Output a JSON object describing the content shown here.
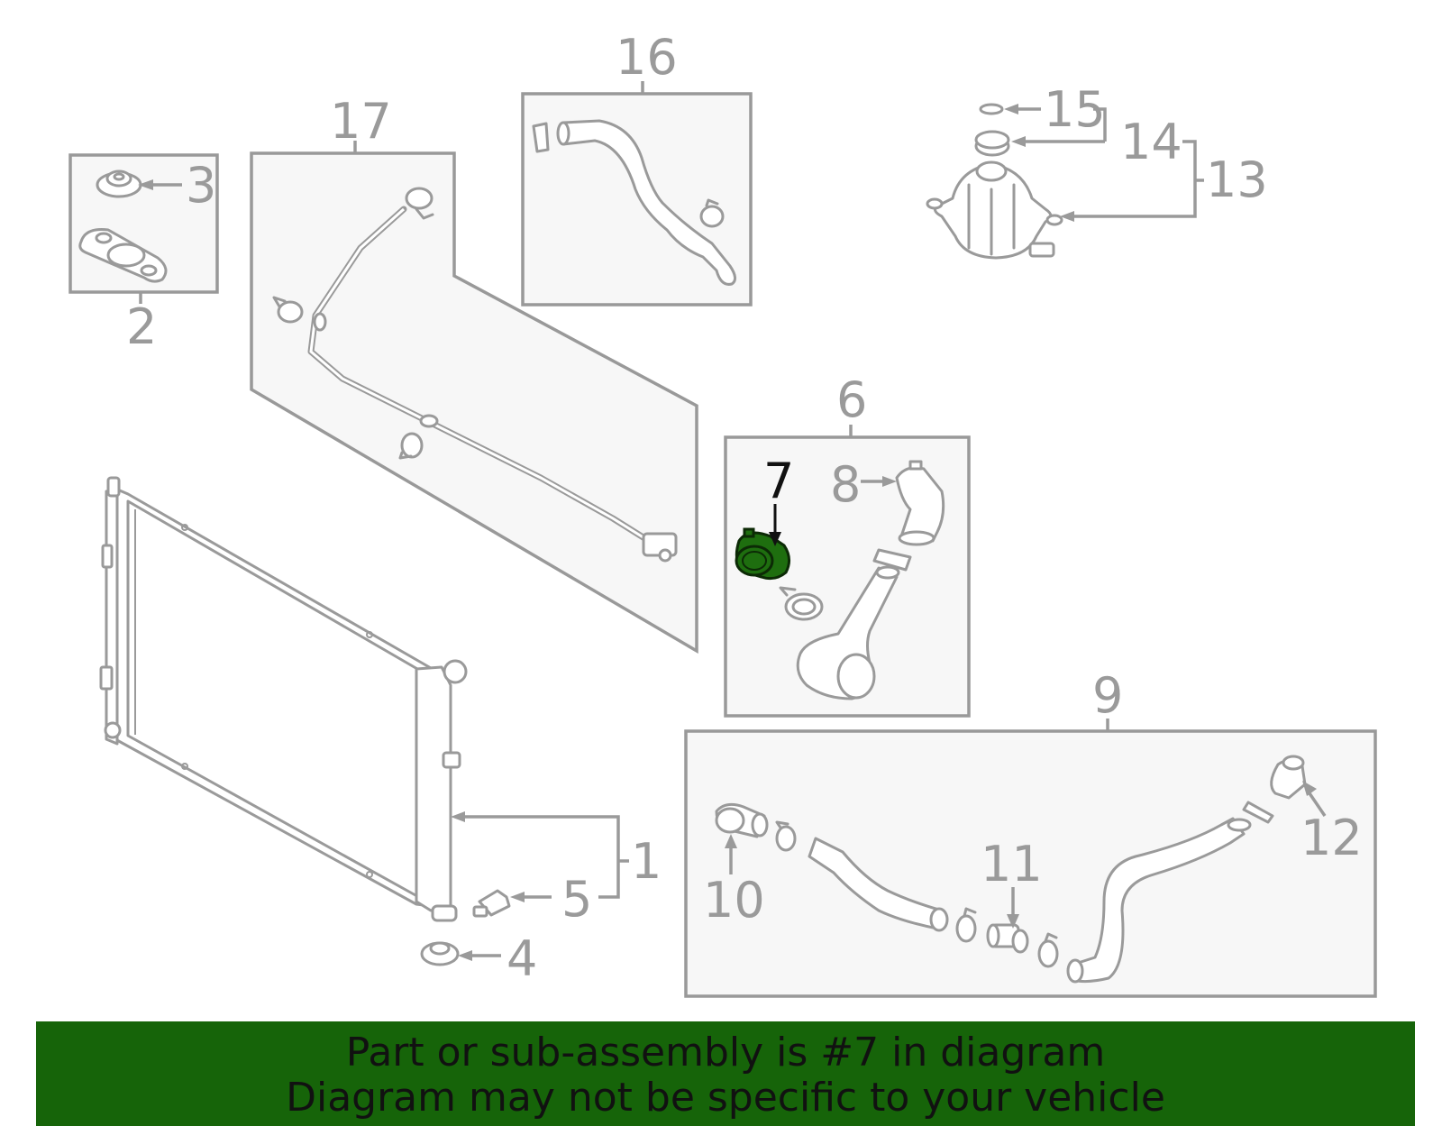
{
  "callouts": {
    "c1": "1",
    "c2": "2",
    "c3": "3",
    "c4": "4",
    "c5": "5",
    "c6": "6",
    "c7": "7",
    "c8": "8",
    "c9": "9",
    "c10": "10",
    "c11": "11",
    "c12": "12",
    "c13": "13",
    "c14": "14",
    "c15": "15",
    "c16": "16",
    "c17": "17"
  },
  "highlighted_part": "7",
  "colors": {
    "highlight": "#1e6e0f",
    "banner": "#166409",
    "lines": "#9a9a9a"
  },
  "footer": {
    "line1": "Part or sub-assembly is #7 in diagram",
    "line2": "Diagram may not be specific to your vehicle"
  }
}
